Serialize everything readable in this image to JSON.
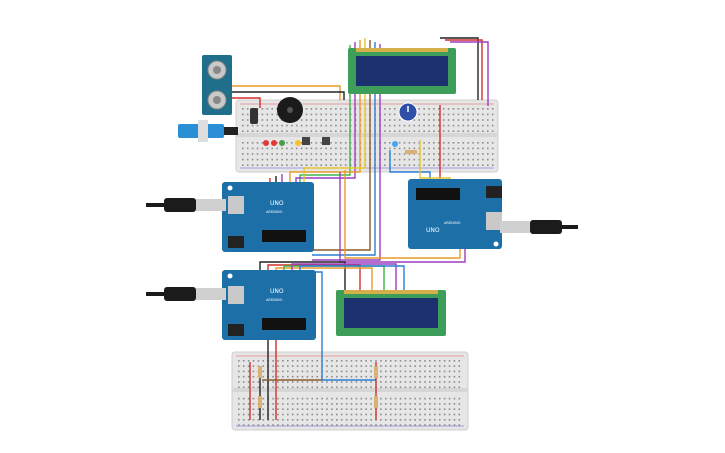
{
  "arduino_boards": [
    {
      "id": "arduino-left-top",
      "brand": "UNO",
      "maker": "ARDUINO"
    },
    {
      "id": "arduino-right",
      "brand": "UNO",
      "maker": "ARDUINO"
    },
    {
      "id": "arduino-left-bottom",
      "brand": "UNO",
      "maker": "ARDUINO"
    }
  ],
  "lcd_displays": [
    {
      "id": "lcd-top"
    },
    {
      "id": "lcd-bottom"
    }
  ],
  "components": {
    "ultrasonic_sensor": "HC-SR04",
    "servo": "servo",
    "buzzer": "piezo",
    "potentiometer": "pot",
    "leds": [
      "red",
      "red",
      "green",
      "yellow"
    ]
  },
  "colors": {
    "board": "#1d6fa8",
    "board_dark": "#14557f",
    "breadboard": "#e6e6e6",
    "lcd_frame": "#3d9e5a",
    "lcd_screen": "#1c2f6e",
    "wire_red": "#d32f2f",
    "wire_black": "#222222",
    "wire_orange": "#e89a2a",
    "wire_purple": "#9c3fbf",
    "wire_green": "#3bb54a",
    "wire_blue": "#2a7fd4",
    "wire_yellow": "#e3c62b",
    "wire_brown": "#8a5a2b"
  }
}
